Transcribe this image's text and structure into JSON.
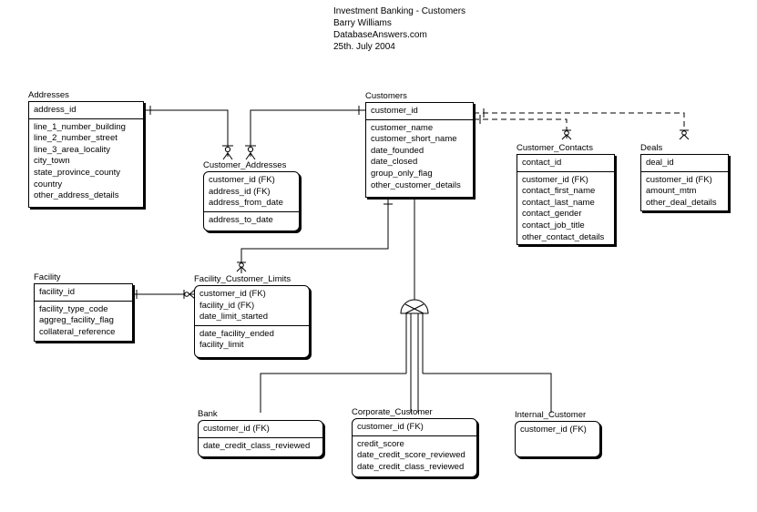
{
  "header": {
    "title": "Investment Banking - Customers",
    "author": "Barry Williams",
    "site": "DatabaseAnswers.com",
    "date": "25th. July 2004"
  },
  "entities": {
    "addresses": {
      "name": "Addresses",
      "pk": [
        "address_id"
      ],
      "attrs": [
        "line_1_number_building",
        "line_2_number_street",
        "line_3_area_locality",
        "city_town",
        "state_province_county",
        "country",
        "other_address_details"
      ]
    },
    "customers": {
      "name": "Customers",
      "pk": [
        "customer_id"
      ],
      "attrs": [
        "customer_name",
        "customer_short_name",
        "date_founded",
        "date_closed",
        "group_only_flag",
        "other_customer_details"
      ]
    },
    "customer_addresses": {
      "name": "Customer_Addresses",
      "pk": [
        "customer_id (FK)",
        "address_id (FK)",
        "address_from_date"
      ],
      "attrs": [
        "address_to_date"
      ]
    },
    "customer_contacts": {
      "name": "Customer_Contacts",
      "pk": [
        "contact_id"
      ],
      "attrs": [
        "customer_id (FK)",
        "contact_first_name",
        "contact_last_name",
        "contact_gender",
        "contact_job_title",
        "other_contact_details"
      ]
    },
    "deals": {
      "name": "Deals",
      "pk": [
        "deal_id"
      ],
      "attrs": [
        "customer_id (FK)",
        "amount_mtm",
        "other_deal_details"
      ]
    },
    "facility": {
      "name": "Facility",
      "pk": [
        "facility_id"
      ],
      "attrs": [
        "facility_type_code",
        "aggreg_facility_flag",
        "collateral_reference"
      ]
    },
    "facility_customer_limits": {
      "name": "Facility_Customer_Limits",
      "pk": [
        "customer_id (FK)",
        "facility_id (FK)",
        "date_limit_started"
      ],
      "attrs": [
        "date_facility_ended",
        "facility_limit"
      ]
    },
    "bank": {
      "name": "Bank",
      "pk": [
        "customer_id (FK)"
      ],
      "attrs": [
        "date_credit_class_reviewed"
      ]
    },
    "corporate_customer": {
      "name": "Corporate_Customer",
      "pk": [
        "customer_id (FK)"
      ],
      "attrs": [
        "credit_score",
        "date_credit_score_reviewed",
        "date_credit_class_reviewed"
      ]
    },
    "internal_customer": {
      "name": "Internal_Customer",
      "pk": [
        "customer_id (FK)"
      ],
      "attrs": []
    }
  }
}
